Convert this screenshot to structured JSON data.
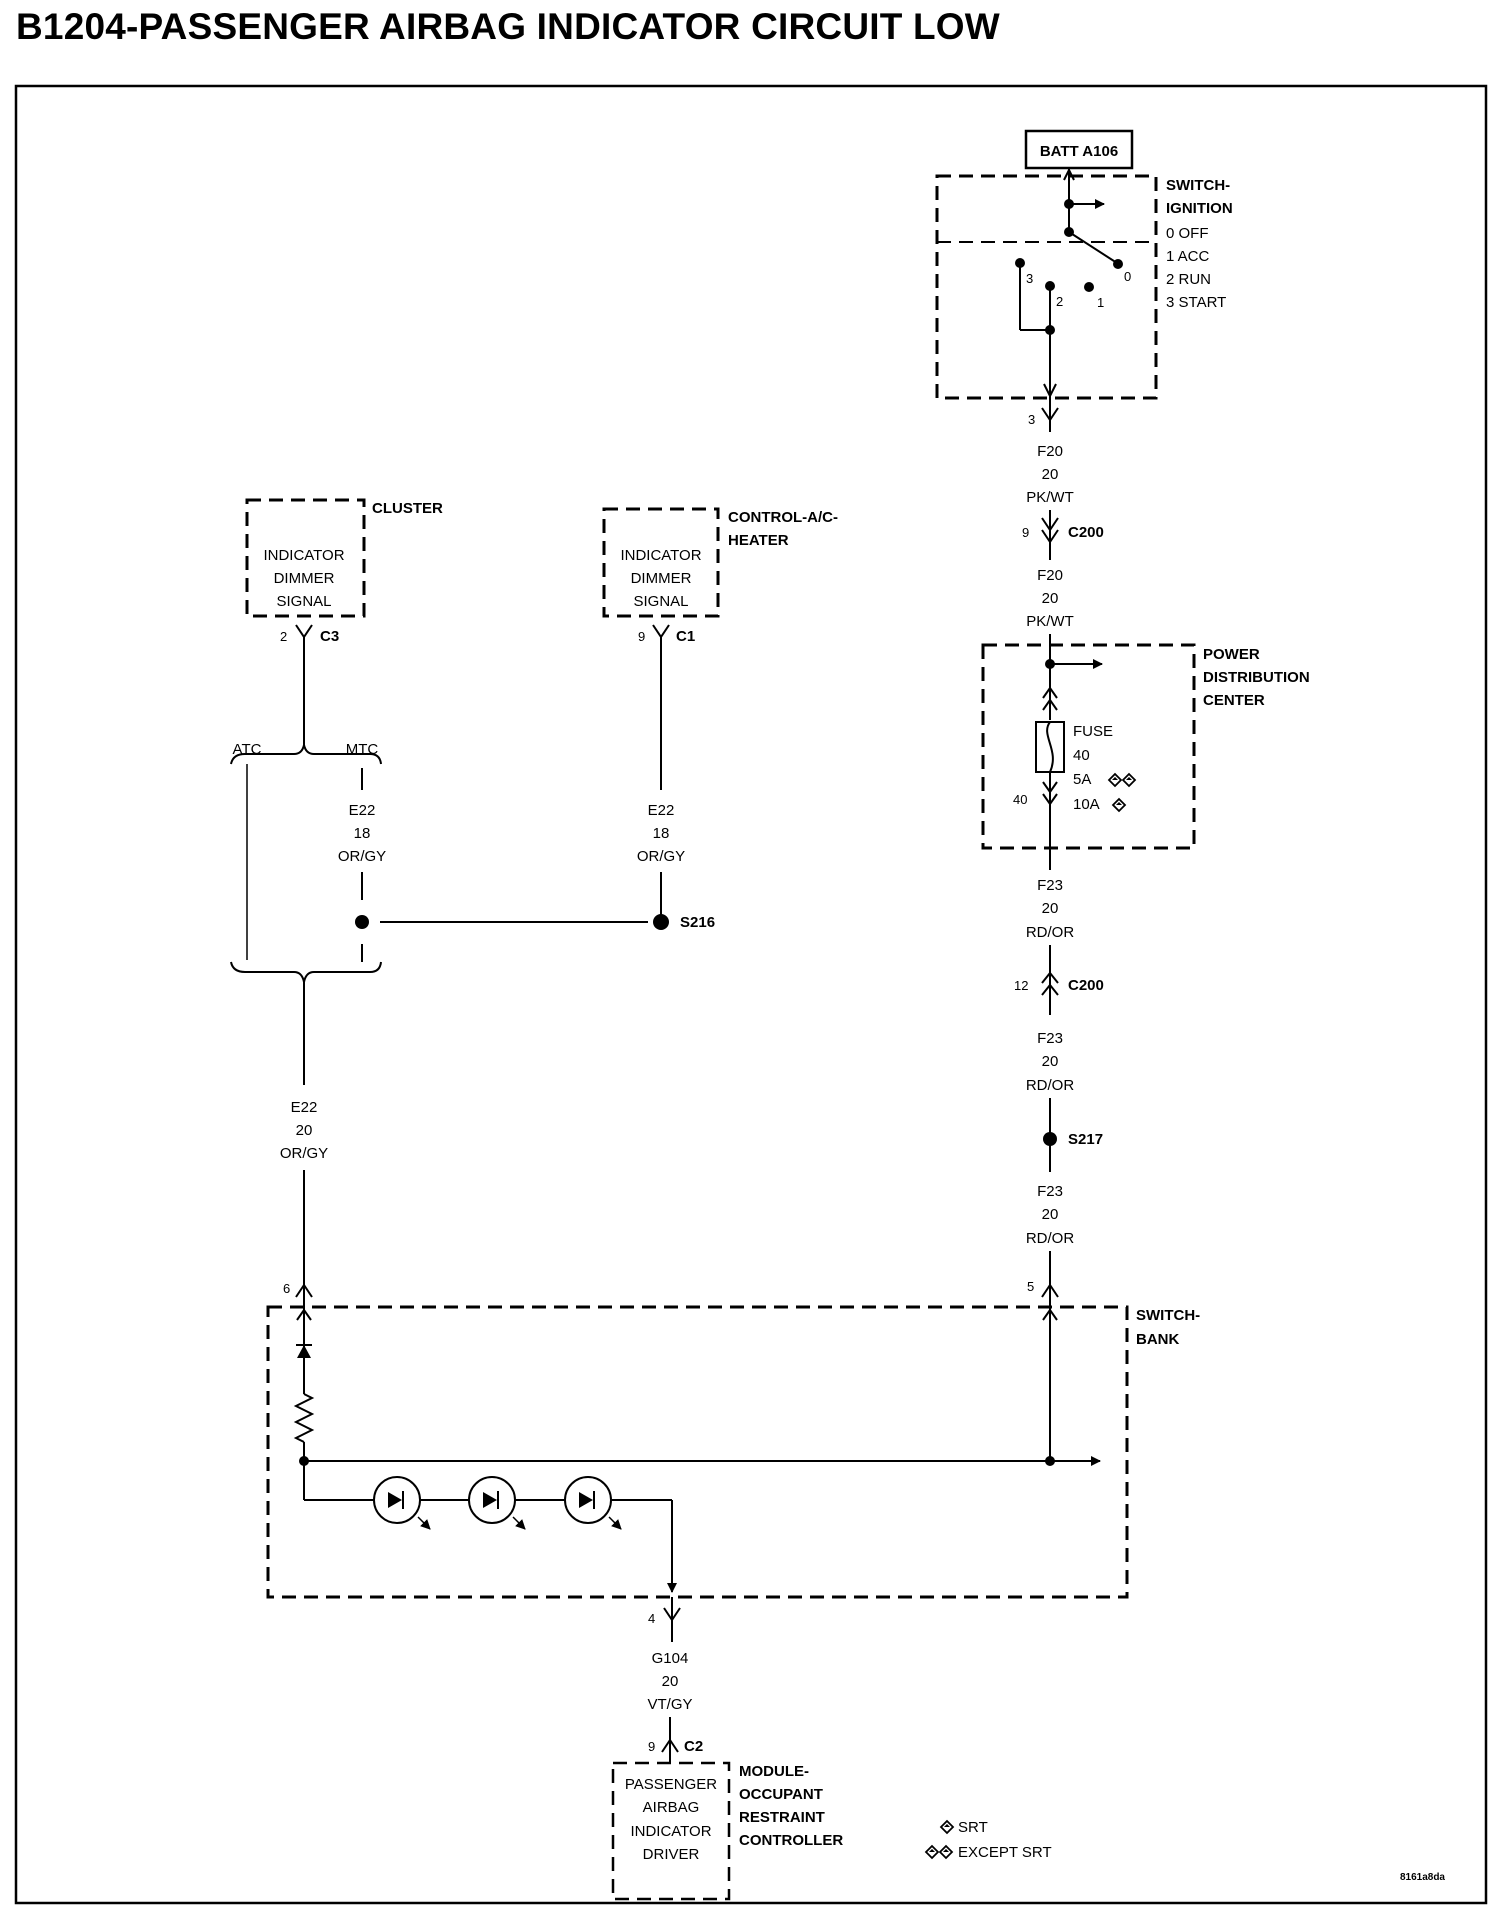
{
  "title": "B1204-PASSENGER AIRBAG INDICATOR CIRCUIT LOW",
  "components": {
    "batt": "BATT A106",
    "ignition": {
      "l1": "SWITCH-",
      "l2": "IGNITION",
      "pos0": "0 OFF",
      "pos1": "1 ACC",
      "pos2": "2 RUN",
      "pos3": "3 START",
      "c0": "0",
      "c1": "1",
      "c2": "2",
      "c3": "3"
    },
    "cluster": {
      "name": "CLUSTER",
      "l1": "INDICATOR",
      "l2": "DIMMER",
      "l3": "SIGNAL",
      "pin": "2",
      "conn": "C3"
    },
    "control": {
      "l1": "CONTROL-A/C-",
      "l2": "HEATER",
      "i1": "INDICATOR",
      "i2": "DIMMER",
      "i3": "SIGNAL",
      "pin": "9",
      "conn": "C1"
    },
    "pdc": {
      "l1": "POWER",
      "l2": "DISTRIBUTION",
      "l3": "CENTER",
      "fuse": "FUSE",
      "fuse_num": "40",
      "amp1": "5A",
      "amp2": "10A",
      "pin": "40"
    },
    "switchbank": {
      "l1": "SWITCH-",
      "l2": "BANK",
      "pin_in": "6",
      "pin_power": "5",
      "pin_out": "4"
    },
    "module": {
      "l1": "MODULE-",
      "l2": "OCCUPANT",
      "l3": "RESTRAINT",
      "l4": "CONTROLLER",
      "i1": "PASSENGER",
      "i2": "AIRBAG",
      "i3": "INDICATOR",
      "i4": "DRIVER",
      "pin": "9",
      "conn": "C2"
    }
  },
  "wires": {
    "f20a": {
      "c": "F20",
      "g": "20",
      "col": "PK/WT"
    },
    "f20b": {
      "c": "F20",
      "g": "20",
      "col": "PK/WT"
    },
    "f23a": {
      "c": "F23",
      "g": "20",
      "col": "RD/OR"
    },
    "f23b": {
      "c": "F23",
      "g": "20",
      "col": "RD/OR"
    },
    "f23c": {
      "c": "F23",
      "g": "20",
      "col": "RD/OR"
    },
    "e22a": {
      "c": "E22",
      "g": "18",
      "col": "OR/GY"
    },
    "e22b": {
      "c": "E22",
      "g": "18",
      "col": "OR/GY"
    },
    "e22c": {
      "c": "E22",
      "g": "20",
      "col": "OR/GY"
    },
    "g104": {
      "c": "G104",
      "g": "20",
      "col": "VT/GY"
    }
  },
  "connectors": {
    "ign_pin": "3",
    "c200a": {
      "pin": "9",
      "name": "C200"
    },
    "c200b": {
      "pin": "12",
      "name": "C200"
    }
  },
  "splices": {
    "s216": "S216",
    "s217": "S217"
  },
  "options": {
    "atc": "ATC",
    "mtc": "MTC"
  },
  "legend": {
    "srt": "SRT",
    "except_srt": "EXCEPT SRT"
  },
  "footer_code": "8161a8da"
}
